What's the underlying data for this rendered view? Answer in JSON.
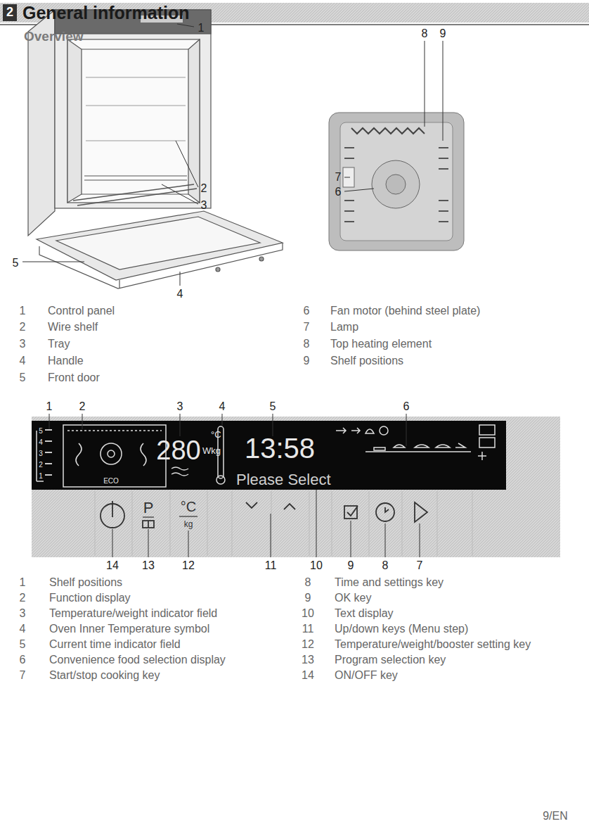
{
  "diagram": {
    "title": "General information",
    "labels": [
      "2",
      "Overview",
      "1",
      "2",
      "3",
      "5",
      "4",
      "8",
      "9",
      "7",
      "6",
      "1",
      "Control panel",
      "2",
      "Wire shelf",
      "3",
      "Tray",
      "4",
      "Handle",
      "5",
      "Front door",
      "6",
      "Fan motor (behind steel plate)",
      "7",
      "Lamp",
      "8",
      "Top heating element",
      "9",
      "Shelf positions",
      "1",
      "2",
      "3",
      "4",
      "5",
      "6",
      "5",
      "4",
      "3",
      "2",
      "1",
      "ECO",
      "280",
      "°C",
      "Wkg",
      "13:58",
      "Please Select",
      "P",
      "°C",
      "kg",
      "14",
      "13",
      "12",
      "11",
      "10",
      "9",
      "8",
      "7",
      "1",
      "Shelf positions",
      "2",
      "Function display",
      "3",
      "Temperature/weight indicator field",
      "4",
      "Oven Inner Temperature symbol",
      "5",
      "Current time indicator field",
      "6",
      "Convenience food selection display",
      "7",
      "Start/stop cooking key",
      "8",
      "Time and settings key",
      "9",
      "OK key",
      "10",
      "Text display",
      "11",
      "Up/down keys (Menu step)",
      "12",
      "Temperature/weight/booster setting key",
      "13",
      "Program selection key",
      "14",
      "ON/OFF key",
      "9/EN"
    ]
  }
}
